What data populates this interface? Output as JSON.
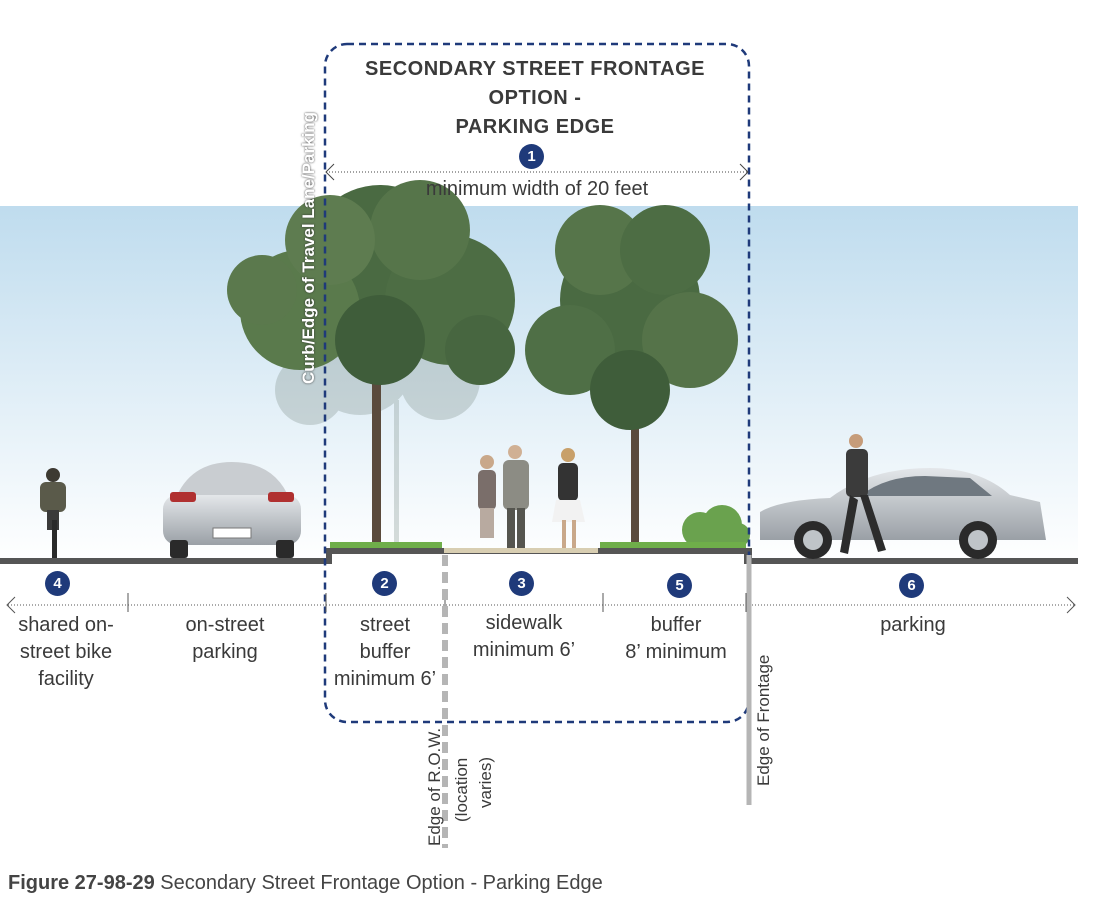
{
  "title": {
    "line1": "SECONDARY STREET FRONTAGE",
    "line2": "OPTION -",
    "line3": "PARKING EDGE"
  },
  "dimension": {
    "badge": "1",
    "text": "minimum width of 20 feet"
  },
  "zones": [
    {
      "badge": "4",
      "lines": [
        "shared on-",
        "street bike",
        "facility"
      ]
    },
    {
      "badge": "",
      "lines": [
        "on-street",
        "parking"
      ]
    },
    {
      "badge": "2",
      "lines": [
        "street",
        "buffer",
        "minimum 6’"
      ]
    },
    {
      "badge": "3",
      "lines": [
        "sidewalk",
        "minimum 6’"
      ]
    },
    {
      "badge": "5",
      "lines": [
        "buffer",
        "8’ minimum"
      ]
    },
    {
      "badge": "6",
      "lines": [
        "parking"
      ]
    }
  ],
  "vertical_labels": {
    "curb": "Curb/Edge of Travel Lane/Parking",
    "row_line1": "Edge of R.O.W.",
    "row_line2": "(location",
    "row_line3": "varies)",
    "frontage": "Edge of Frontage"
  },
  "caption": {
    "label": "Figure 27-98-29",
    "text": " Secondary Street Frontage Option - Parking Edge"
  },
  "colors": {
    "accent": "#1f3a7a",
    "sky_top": "#c9e3f2",
    "sky_bottom": "#ffffff",
    "ground": "#555555",
    "grass": "#6fae4a",
    "sidewalk": "#d8ceb2",
    "tree": "#4d6b45"
  }
}
